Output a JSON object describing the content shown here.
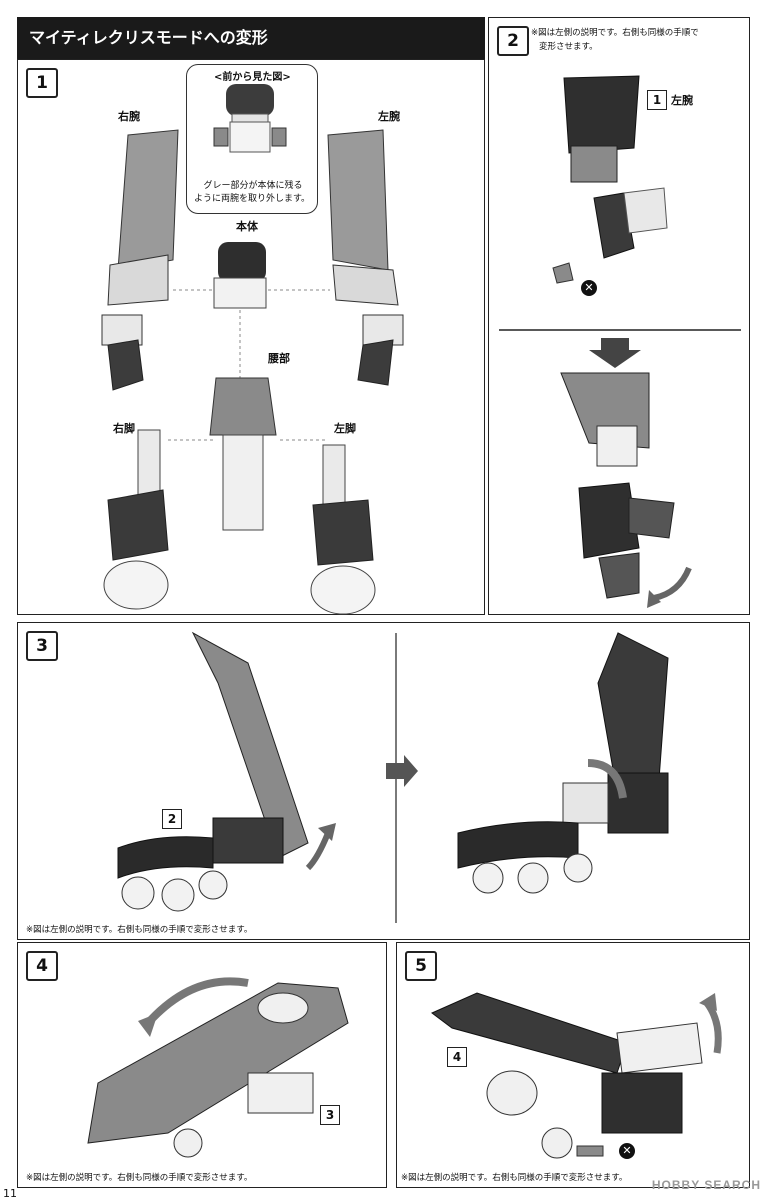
{
  "title": "マイティレクリスモードへの変形",
  "steps": {
    "s1": {
      "num": "1",
      "front_view_label": "<前から見た図>",
      "bubble_text_line1": "グレー部分が本体に残る",
      "bubble_text_line2": "ように両腕を取り外します。",
      "labels": {
        "right_arm": "右腕",
        "left_arm": "左腕",
        "body": "本体",
        "waist": "腰部",
        "right_leg": "右脚",
        "left_leg": "左脚"
      }
    },
    "s2": {
      "num": "2",
      "note_line1": "※図は左側の説明です。右側も同様の手順で",
      "note_line2": "変形させます。",
      "callout_num": "1",
      "callout_label": "左腕",
      "x_mark": "✕"
    },
    "s3": {
      "num": "3",
      "callout_num": "2",
      "note": "※図は左側の説明です。右側も同様の手順で変形させます。"
    },
    "s4": {
      "num": "4",
      "callout_num": "3",
      "note": "※図は左側の説明です。右側も同様の手順で変形させます。"
    },
    "s5": {
      "num": "5",
      "callout_num": "4",
      "note": "※図は左側の説明です。右側も同様の手順で変形させます。",
      "x_mark": "✕"
    }
  },
  "watermark": "HOBBY SEARCH",
  "page_number": "11",
  "colors": {
    "dark": "#3c3c3c",
    "gray": "#8a8a8a",
    "light": "#e4e4e4",
    "black": "#1a1a1a"
  }
}
